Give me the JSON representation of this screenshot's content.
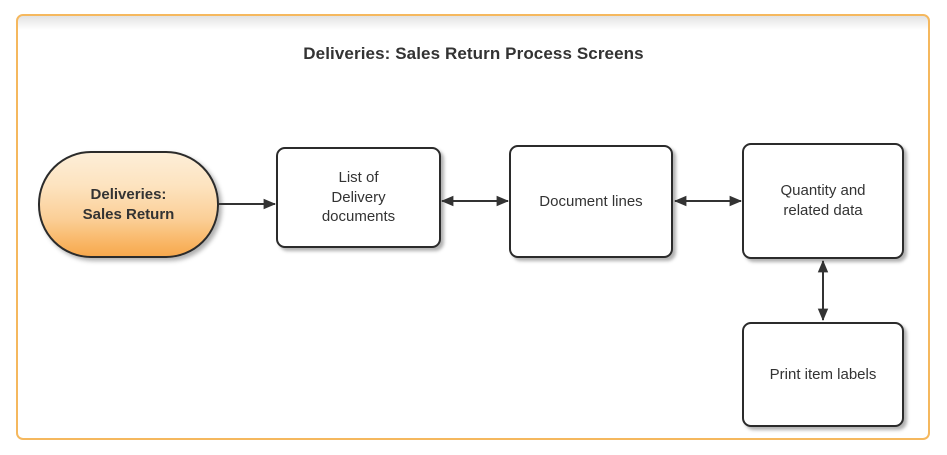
{
  "diagram": {
    "title": "Deliveries: Sales Return Process Screens",
    "frame_color": "#f5b85e",
    "node_border_color": "#2b2b2b",
    "node_text_color": "#333333",
    "accent_gradient_top": "#fdeed8",
    "accent_gradient_bottom": "#f7a94e",
    "connector_color": "#333333",
    "nodes": [
      {
        "id": "start",
        "label": "Deliveries:\nSales Return",
        "shape": "rounded-pill",
        "fill": "orange-gradient"
      },
      {
        "id": "list-delivery-docs",
        "label": "List of\nDelivery\ndocuments",
        "shape": "rounded-rect",
        "fill": "#ffffff"
      },
      {
        "id": "document-lines",
        "label": "Document lines",
        "shape": "rounded-rect",
        "fill": "#ffffff"
      },
      {
        "id": "quantity-data",
        "label": "Quantity and\nrelated data",
        "shape": "rounded-rect",
        "fill": "#ffffff"
      },
      {
        "id": "print-item-labels",
        "label": "Print item labels",
        "shape": "rounded-rect",
        "fill": "#ffffff"
      }
    ],
    "connectors": [
      {
        "from": "start",
        "to": "list-delivery-docs",
        "arrow": "single",
        "direction": "right"
      },
      {
        "from": "list-delivery-docs",
        "to": "document-lines",
        "arrow": "double",
        "direction": "horizontal"
      },
      {
        "from": "document-lines",
        "to": "quantity-data",
        "arrow": "double",
        "direction": "horizontal"
      },
      {
        "from": "quantity-data",
        "to": "print-item-labels",
        "arrow": "double",
        "direction": "vertical"
      }
    ]
  }
}
